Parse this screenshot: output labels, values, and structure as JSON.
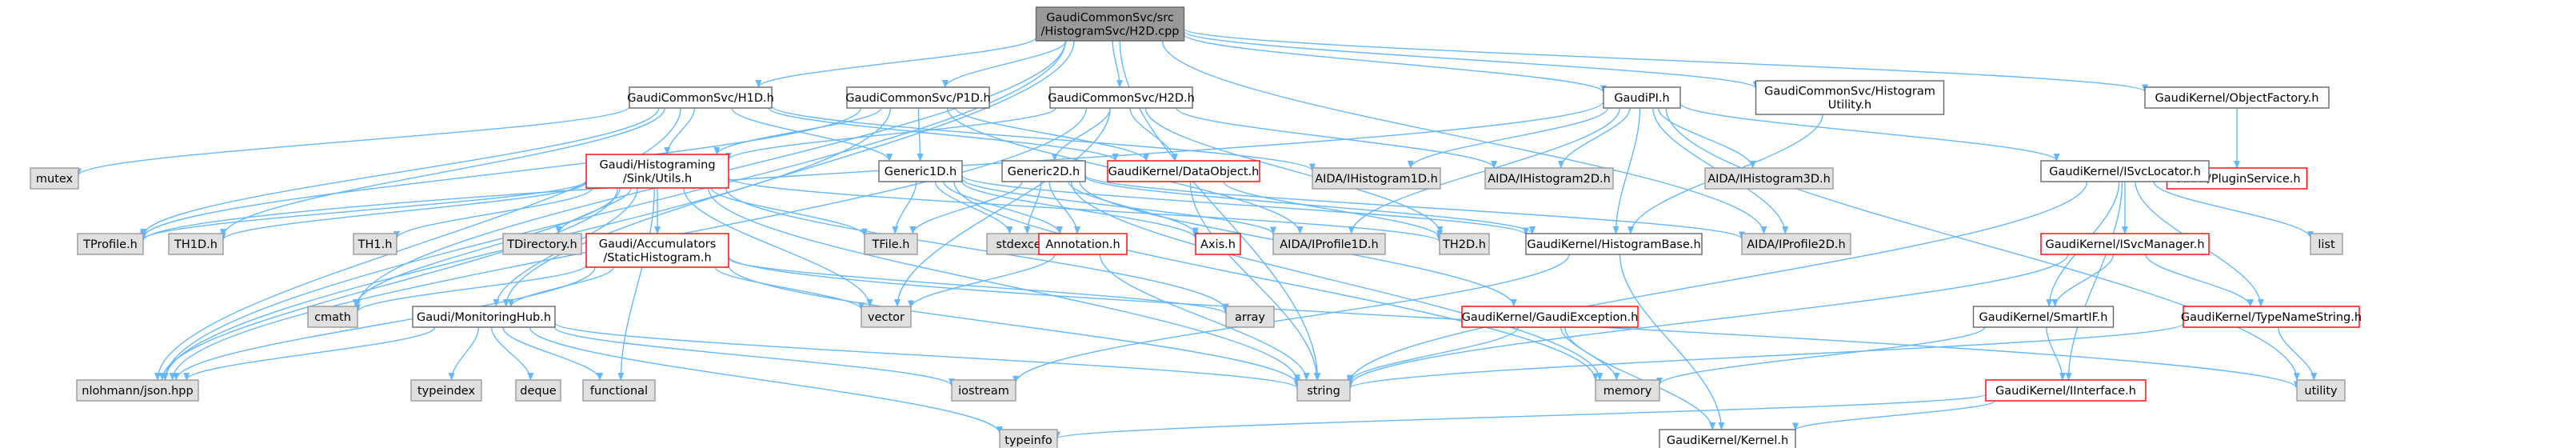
{
  "nodes": [
    {
      "id": "root",
      "label": [
        "GaudiCommonSvc/src",
        "/HistogramSvc/H2D.cpp"
      ],
      "style": "root"
    },
    {
      "id": "h1d",
      "label": [
        "GaudiCommonSvc/H1D.h"
      ],
      "style": "black"
    },
    {
      "id": "p1d",
      "label": [
        "GaudiCommonSvc/P1D.h"
      ],
      "style": "black"
    },
    {
      "id": "h2d",
      "label": [
        "GaudiCommonSvc/H2D.h"
      ],
      "style": "black"
    },
    {
      "id": "gaudipi",
      "label": [
        "GaudiPI.h"
      ],
      "style": "black"
    },
    {
      "id": "histutil",
      "label": [
        "GaudiCommonSvc/Histogram",
        "Utility.h"
      ],
      "style": "black"
    },
    {
      "id": "objfactory",
      "label": [
        "GaudiKernel/ObjectFactory.h"
      ],
      "style": "black"
    },
    {
      "id": "pluginsvc",
      "label": [
        "Gaudi/PluginService.h"
      ],
      "style": "red"
    },
    {
      "id": "mutex",
      "label": [
        "mutex"
      ],
      "style": "gray"
    },
    {
      "id": "sinkutils",
      "label": [
        "Gaudi/Histograming",
        "/Sink/Utils.h"
      ],
      "style": "red"
    },
    {
      "id": "generic1d",
      "label": [
        "Generic1D.h"
      ],
      "style": "black"
    },
    {
      "id": "generic2d",
      "label": [
        "Generic2D.h"
      ],
      "style": "black"
    },
    {
      "id": "dataobject",
      "label": [
        "GaudiKernel/DataObject.h"
      ],
      "style": "red"
    },
    {
      "id": "aidah1d",
      "label": [
        "AIDA/IHistogram1D.h"
      ],
      "style": "gray"
    },
    {
      "id": "aidah2d",
      "label": [
        "AIDA/IHistogram2D.h"
      ],
      "style": "gray"
    },
    {
      "id": "aidah3d",
      "label": [
        "AIDA/IHistogram3D.h"
      ],
      "style": "gray"
    },
    {
      "id": "isvcloc",
      "label": [
        "GaudiKernel/ISvcLocator.h"
      ],
      "style": "black"
    },
    {
      "id": "tprofile",
      "label": [
        "TProfile.h"
      ],
      "style": "gray"
    },
    {
      "id": "th1d",
      "label": [
        "TH1D.h"
      ],
      "style": "gray"
    },
    {
      "id": "th1",
      "label": [
        "TH1.h"
      ],
      "style": "gray"
    },
    {
      "id": "tdirectory",
      "label": [
        "TDirectory.h"
      ],
      "style": "gray"
    },
    {
      "id": "staticHist",
      "label": [
        "Gaudi/Accumulators",
        "/StaticHistogram.h"
      ],
      "style": "red"
    },
    {
      "id": "tfile",
      "label": [
        "TFile.h"
      ],
      "style": "gray"
    },
    {
      "id": "stdexcept",
      "label": [
        "stdexcept"
      ],
      "style": "gray"
    },
    {
      "id": "annotation",
      "label": [
        "Annotation.h"
      ],
      "style": "red"
    },
    {
      "id": "axis",
      "label": [
        "Axis.h"
      ],
      "style": "red"
    },
    {
      "id": "aidap1d",
      "label": [
        "AIDA/IProfile1D.h"
      ],
      "style": "gray"
    },
    {
      "id": "th2d",
      "label": [
        "TH2D.h"
      ],
      "style": "gray"
    },
    {
      "id": "histbase",
      "label": [
        "GaudiKernel/HistogramBase.h"
      ],
      "style": "black"
    },
    {
      "id": "aidap2d",
      "label": [
        "AIDA/IProfile2D.h"
      ],
      "style": "gray"
    },
    {
      "id": "isvcmgr",
      "label": [
        "GaudiKernel/ISvcManager.h"
      ],
      "style": "red"
    },
    {
      "id": "list",
      "label": [
        "list"
      ],
      "style": "gray"
    },
    {
      "id": "cmath",
      "label": [
        "cmath"
      ],
      "style": "gray"
    },
    {
      "id": "monhub",
      "label": [
        "Gaudi/MonitoringHub.h"
      ],
      "style": "black"
    },
    {
      "id": "vector",
      "label": [
        "vector"
      ],
      "style": "gray"
    },
    {
      "id": "array",
      "label": [
        "array"
      ],
      "style": "gray"
    },
    {
      "id": "gaudiexc",
      "label": [
        "GaudiKernel/GaudiException.h"
      ],
      "style": "red"
    },
    {
      "id": "smartif",
      "label": [
        "GaudiKernel/SmartIF.h"
      ],
      "style": "black"
    },
    {
      "id": "typenamestr",
      "label": [
        "GaudiKernel/TypeNameString.h"
      ],
      "style": "red"
    },
    {
      "id": "json",
      "label": [
        "nlohmann/json.hpp"
      ],
      "style": "gray"
    },
    {
      "id": "typeindex",
      "label": [
        "typeindex"
      ],
      "style": "gray"
    },
    {
      "id": "deque",
      "label": [
        "deque"
      ],
      "style": "gray"
    },
    {
      "id": "functional",
      "label": [
        "functional"
      ],
      "style": "gray"
    },
    {
      "id": "iostream",
      "label": [
        "iostream"
      ],
      "style": "gray"
    },
    {
      "id": "string",
      "label": [
        "string"
      ],
      "style": "gray"
    },
    {
      "id": "memory",
      "label": [
        "memory"
      ],
      "style": "gray"
    },
    {
      "id": "iinterface",
      "label": [
        "GaudiKernel/IInterface.h"
      ],
      "style": "red"
    },
    {
      "id": "utility",
      "label": [
        "utility"
      ],
      "style": "gray"
    },
    {
      "id": "typeinfo",
      "label": [
        "typeinfo"
      ],
      "style": "gray"
    },
    {
      "id": "kernel",
      "label": [
        "GaudiKernel/Kernel.h"
      ],
      "style": "black"
    }
  ],
  "edges": [
    [
      "root",
      "h1d"
    ],
    [
      "root",
      "p1d"
    ],
    [
      "root",
      "h2d"
    ],
    [
      "root",
      "gaudipi"
    ],
    [
      "root",
      "histutil"
    ],
    [
      "root",
      "objfactory"
    ],
    [
      "root",
      "cmath"
    ],
    [
      "root",
      "monhub"
    ],
    [
      "root",
      "aidap2d"
    ],
    [
      "root",
      "string"
    ],
    [
      "root",
      "json"
    ],
    [
      "objfactory",
      "pluginsvc"
    ],
    [
      "h1d",
      "mutex"
    ],
    [
      "h1d",
      "sinkutils"
    ],
    [
      "h1d",
      "generic1d"
    ],
    [
      "h1d",
      "dataobject"
    ],
    [
      "h1d",
      "aidah1d"
    ],
    [
      "h1d",
      "tprofile"
    ],
    [
      "h1d",
      "th1d"
    ],
    [
      "h1d",
      "json"
    ],
    [
      "p1d",
      "sinkutils"
    ],
    [
      "p1d",
      "generic1d"
    ],
    [
      "p1d",
      "dataobject"
    ],
    [
      "p1d",
      "tprofile"
    ],
    [
      "p1d",
      "aidap1d"
    ],
    [
      "p1d",
      "json"
    ],
    [
      "h2d",
      "sinkutils"
    ],
    [
      "h2d",
      "generic2d"
    ],
    [
      "h2d",
      "dataobject"
    ],
    [
      "h2d",
      "aidah2d"
    ],
    [
      "h2d",
      "th2d"
    ],
    [
      "h2d",
      "vector"
    ],
    [
      "h2d",
      "json"
    ],
    [
      "gaudipi",
      "aidah1d"
    ],
    [
      "gaudipi",
      "aidah2d"
    ],
    [
      "gaudipi",
      "aidah3d"
    ],
    [
      "gaudipi",
      "aidap1d"
    ],
    [
      "gaudipi",
      "aidap2d"
    ],
    [
      "gaudipi",
      "isvcloc"
    ],
    [
      "gaudipi",
      "histbase"
    ],
    [
      "gaudipi",
      "utility"
    ],
    [
      "gaudipi",
      "tprofile"
    ],
    [
      "histutil",
      "histbase"
    ],
    [
      "sinkutils",
      "tprofile"
    ],
    [
      "sinkutils",
      "th1d"
    ],
    [
      "sinkutils",
      "th1"
    ],
    [
      "sinkutils",
      "tdirectory"
    ],
    [
      "sinkutils",
      "staticHist"
    ],
    [
      "sinkutils",
      "tfile"
    ],
    [
      "sinkutils",
      "th2d"
    ],
    [
      "sinkutils",
      "cmath"
    ],
    [
      "sinkutils",
      "monhub"
    ],
    [
      "sinkutils",
      "vector"
    ],
    [
      "sinkutils",
      "array"
    ],
    [
      "sinkutils",
      "functional"
    ],
    [
      "sinkutils",
      "string"
    ],
    [
      "sinkutils",
      "json"
    ],
    [
      "generic1d",
      "tfile"
    ],
    [
      "generic1d",
      "stdexcept"
    ],
    [
      "generic1d",
      "annotation"
    ],
    [
      "generic1d",
      "axis"
    ],
    [
      "generic1d",
      "aidap1d"
    ],
    [
      "generic1d",
      "histbase"
    ],
    [
      "generic1d",
      "memory"
    ],
    [
      "generic2d",
      "tfile"
    ],
    [
      "generic2d",
      "stdexcept"
    ],
    [
      "generic2d",
      "annotation"
    ],
    [
      "generic2d",
      "axis"
    ],
    [
      "generic2d",
      "aidap2d"
    ],
    [
      "generic2d",
      "histbase"
    ],
    [
      "generic2d",
      "memory"
    ],
    [
      "generic2d",
      "gaudiexc"
    ],
    [
      "dataobject",
      "th2d"
    ],
    [
      "dataobject",
      "string"
    ],
    [
      "isvcloc",
      "list"
    ],
    [
      "isvcloc",
      "isvcmgr"
    ],
    [
      "isvcloc",
      "smartif"
    ],
    [
      "isvcloc",
      "typenamestr"
    ],
    [
      "isvcloc",
      "iinterface"
    ],
    [
      "isvcloc",
      "string"
    ],
    [
      "isvcmgr",
      "smartif"
    ],
    [
      "isvcmgr",
      "typenamestr"
    ],
    [
      "isvcmgr",
      "string"
    ],
    [
      "staticHist",
      "cmath"
    ],
    [
      "staticHist",
      "vector"
    ],
    [
      "staticHist",
      "monhub"
    ],
    [
      "staticHist",
      "array"
    ],
    [
      "staticHist",
      "string"
    ],
    [
      "staticHist",
      "utility"
    ],
    [
      "staticHist",
      "json"
    ],
    [
      "annotation",
      "vector"
    ],
    [
      "annotation",
      "string"
    ],
    [
      "histbase",
      "kernel"
    ],
    [
      "histbase",
      "iostream"
    ],
    [
      "monhub",
      "json"
    ],
    [
      "monhub",
      "typeindex"
    ],
    [
      "monhub",
      "deque"
    ],
    [
      "monhub",
      "functional"
    ],
    [
      "monhub",
      "iostream"
    ],
    [
      "monhub",
      "string"
    ],
    [
      "monhub",
      "typeinfo"
    ],
    [
      "gaudiexc",
      "string"
    ],
    [
      "gaudiexc",
      "memory"
    ],
    [
      "gaudiexc",
      "kernel"
    ],
    [
      "smartif",
      "iinterface"
    ],
    [
      "smartif",
      "memory"
    ],
    [
      "typenamestr",
      "string"
    ],
    [
      "typenamestr",
      "utility"
    ],
    [
      "iinterface",
      "kernel"
    ],
    [
      "iinterface",
      "typeinfo"
    ]
  ]
}
